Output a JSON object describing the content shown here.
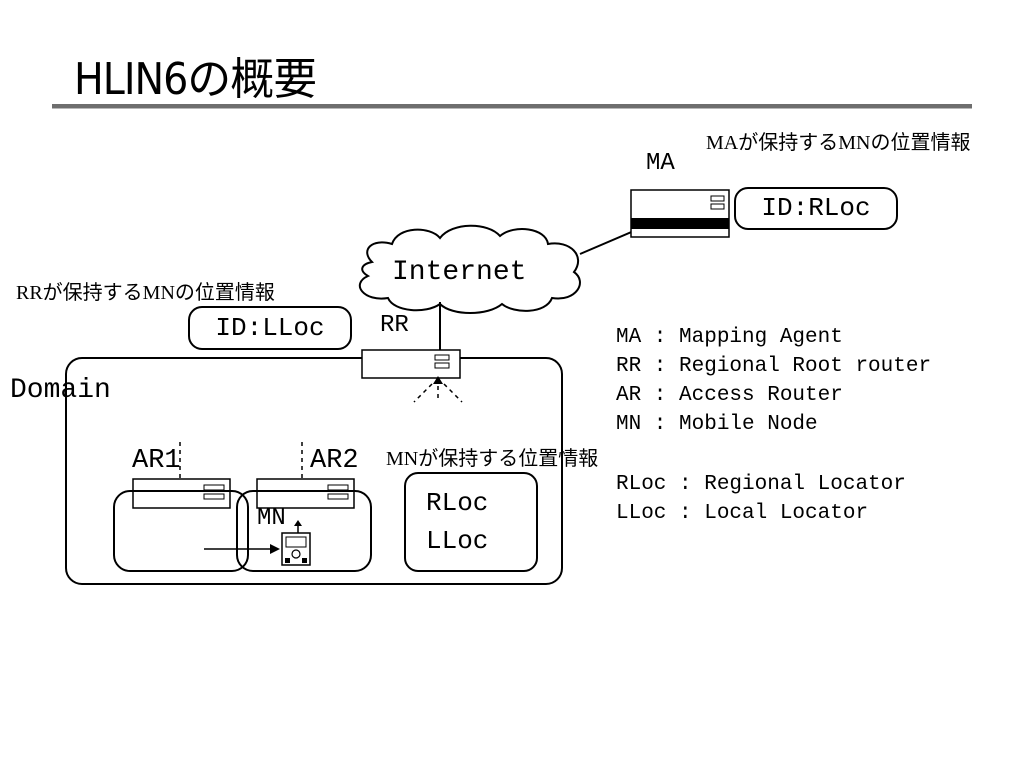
{
  "title": "HLIN6の概要",
  "nodes": {
    "ma": "MA",
    "rr": "RR",
    "internet": "Internet",
    "domain": "Domain",
    "ar1": "AR1",
    "ar2": "AR2",
    "mn": "MN"
  },
  "info": {
    "ma_caption": "MAが保持するMNの位置情報",
    "ma_value": "ID:RLoc",
    "rr_caption": "RRが保持するMNの位置情報",
    "rr_value": "ID:LLoc",
    "mn_caption": "MNが保持する位置情報",
    "mn_value_1": "RLoc",
    "mn_value_2": "LLoc"
  },
  "legend": [
    "MA : Mapping Agent",
    "RR : Regional Root router",
    "AR : Access Router",
    "MN : Mobile Node",
    "RLoc : Regional Locator",
    "LLoc : Local Locator"
  ]
}
